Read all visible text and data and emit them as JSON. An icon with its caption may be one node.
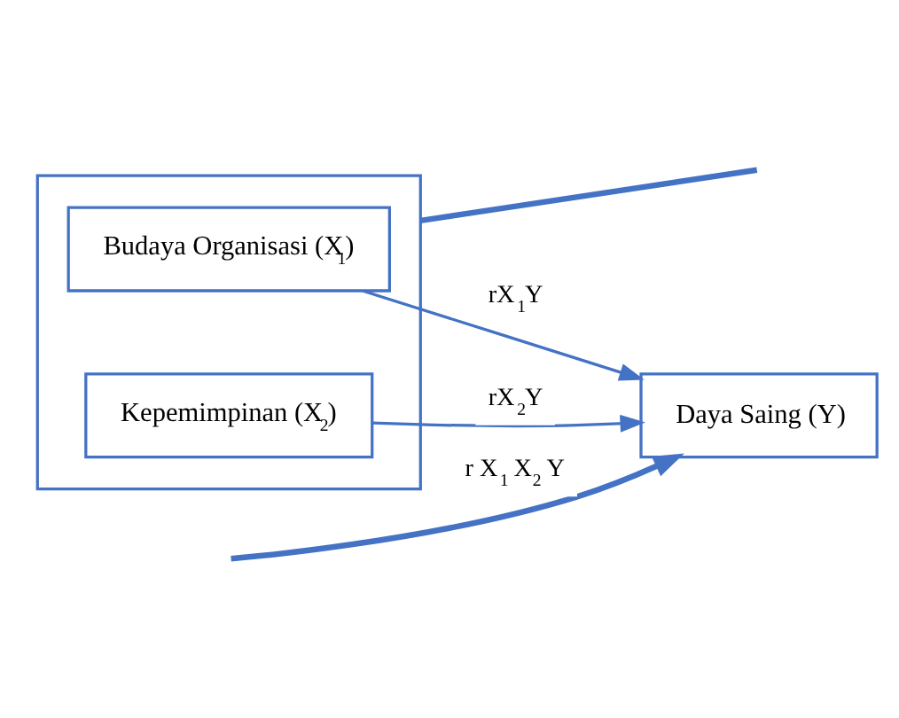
{
  "diagram": {
    "nodes": [
      {
        "text": [],
        "shape": "box"
      },
      {
        "text": [
          "Budaya Organisasi (X$_{1}$)"
        ],
        "in": 0
      },
      {
        "text": [
          "Kepemimpinan (X$_{2}$)"
        ],
        "in": 0
      },
      {
        "text": [
          "Daya Saing (Y)"
        ]
      }
    ],
    "edges": [
      {
        "from": 1,
        "to": 3,
        "arrow": "to",
        "label": "rX$_{1}$Y"
      },
      {
        "from": 2,
        "to": 3,
        "arrow": "to",
        "label": "rX$_{2}$Y"
      },
      {
        "from": 0,
        "to": null,
        "arrow": "none",
        "style": "thick"
      },
      {
        "from": null,
        "to": 3,
        "arrow": "to",
        "style": "thick",
        "label": "r X$_{1}$ X$_{2}$ Y"
      }
    ]
  }
}
